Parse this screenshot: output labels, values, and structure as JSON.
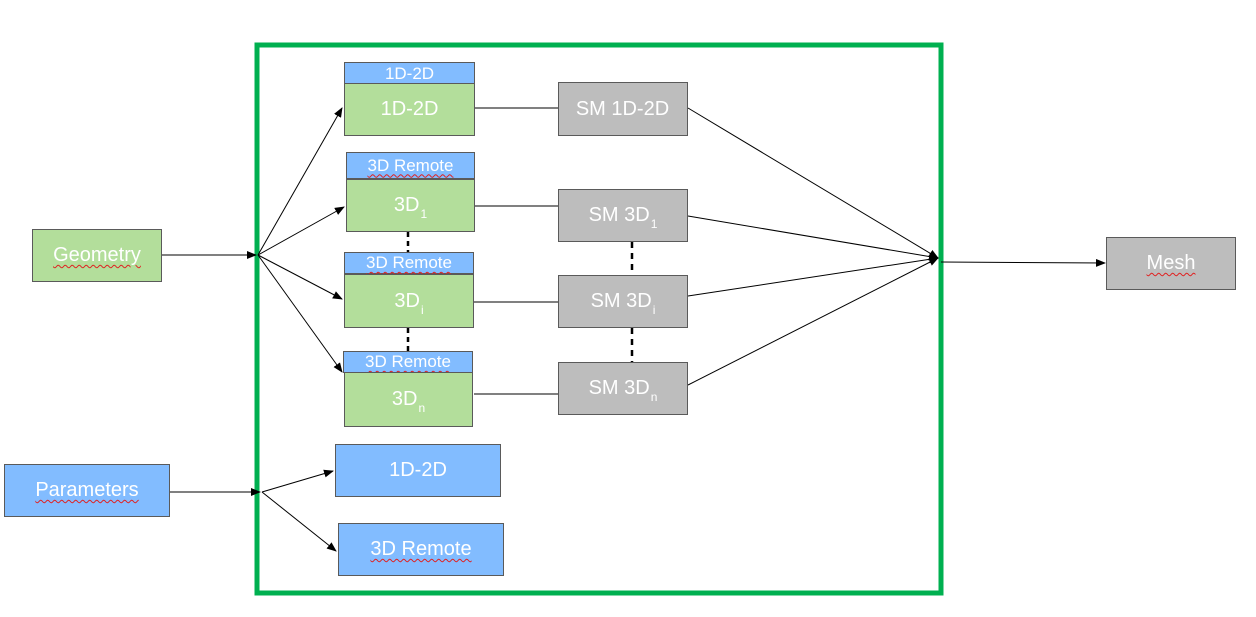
{
  "inputs": {
    "geometry": "Geometry",
    "parameters": "Parameters"
  },
  "output": {
    "mesh": "Mesh"
  },
  "modules": [
    {
      "header": "1D-2D",
      "base": "1D-2D",
      "sub": ""
    },
    {
      "header": "3D Remote",
      "base": "3D",
      "sub": "1"
    },
    {
      "header": "3D Remote",
      "base": "3D",
      "sub": "i"
    },
    {
      "header": "3D Remote",
      "base": "3D",
      "sub": "n"
    }
  ],
  "submeshes": [
    {
      "base": "SM 1D-2D",
      "sub": ""
    },
    {
      "base": "SM 3D",
      "sub": "1"
    },
    {
      "base": "SM 3D",
      "sub": "i"
    },
    {
      "base": "SM 3D",
      "sub": "n"
    }
  ],
  "param_targets": {
    "a": "1D-2D",
    "b": "3D Remote"
  },
  "colors": {
    "frame": "#00b050",
    "green_box": "#b3de9b",
    "gray_box": "#bdbdbd",
    "blue_box": "#82bcff"
  }
}
